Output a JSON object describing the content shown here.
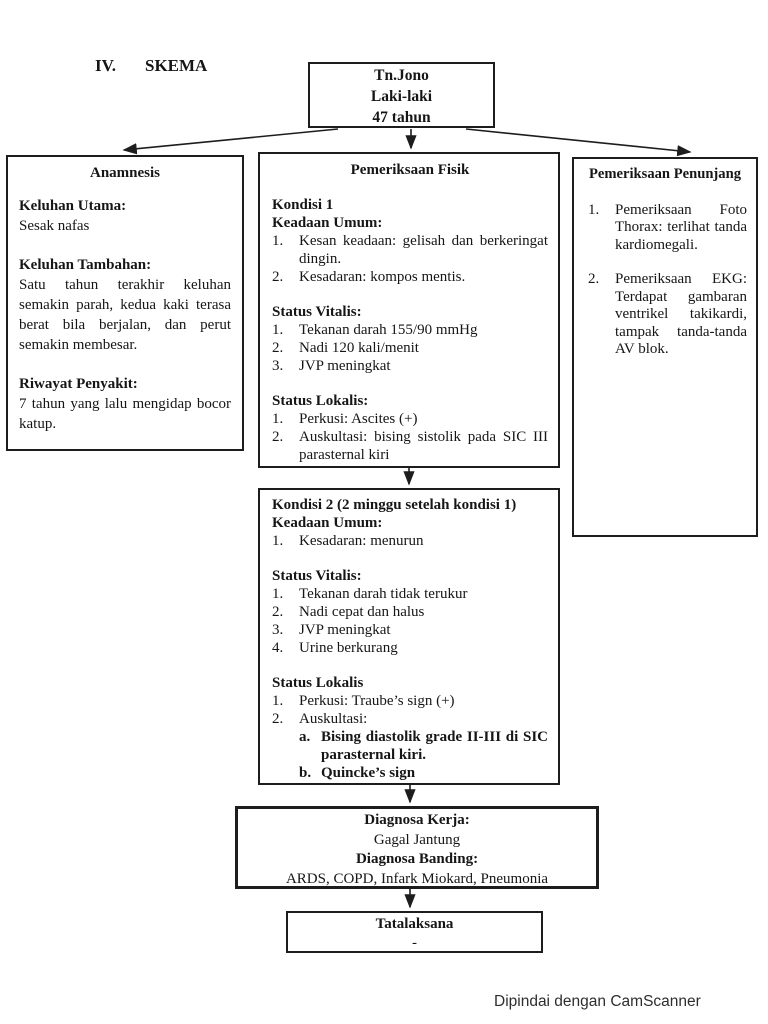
{
  "page": {
    "heading_number": "IV.",
    "heading_title": "SKEMA",
    "footer": "Dipindai dengan CamScanner"
  },
  "patient_box": {
    "lines": [
      "Tn.Jono",
      "Laki-laki",
      "47 tahun"
    ]
  },
  "anamnesis": {
    "title": "Anamnesis",
    "sections": [
      {
        "label": "Keluhan Utama:",
        "text": "Sesak nafas"
      },
      {
        "label": "Keluhan Tambahan:",
        "text": "Satu tahun terakhir keluhan semakin parah, kedua kaki terasa berat bila berjalan, dan perut semakin membesar."
      },
      {
        "label": "Riwayat Penyakit:",
        "text": "7 tahun yang lalu mengidap bocor katup."
      }
    ]
  },
  "pemeriksaan_fisik": {
    "title": "Pemeriksaan Fisik",
    "kondisi_label": "Kondisi 1",
    "keadaan_umum_label": "Keadaan Umum:",
    "keadaan_umum_items": [
      "Kesan keadaan: gelisah dan berkeringat dingin.",
      "Kesadaran: kompos mentis."
    ],
    "status_vitalis_label": "Status Vitalis:",
    "status_vitalis_items": [
      "Tekanan darah 155/90 mmHg",
      "Nadi 120 kali/menit",
      "JVP meningkat"
    ],
    "status_lokalis_label": "Status Lokalis:",
    "status_lokalis_items": [
      "Perkusi: Ascites (+)",
      "Auskultasi: bising sistolik pada SIC III parasternal kiri"
    ]
  },
  "pemeriksaan_penunjang": {
    "title": "Pemeriksaan Penunjang",
    "items": [
      "Pemeriksaan Foto Thorax: terlihat tanda kardiomegali.",
      "Pemeriksaan EKG: Terdapat gambaran ventrikel takikardi, tampak tanda-tanda AV blok."
    ]
  },
  "kondisi2": {
    "title": "Kondisi 2 (2 minggu setelah kondisi 1)",
    "keadaan_umum_label": "Keadaan Umum:",
    "keadaan_umum_items": [
      "Kesadaran: menurun"
    ],
    "status_vitalis_label": "Status Vitalis:",
    "status_vitalis_items": [
      "Tekanan darah tidak terukur",
      "Nadi cepat dan halus",
      "JVP meningkat",
      "Urine berkurang"
    ],
    "status_lokalis_label": "Status Lokalis",
    "status_lokalis_items": [
      "Perkusi: Traube’s sign (+)",
      "Auskultasi:"
    ],
    "auskultasi_subitems": [
      "Bising diastolik grade II-III di SIC parasternal kiri.",
      "Quincke’s sign"
    ]
  },
  "diagnosa": {
    "kerja_label": "Diagnosa Kerja:",
    "kerja_value": "Gagal Jantung",
    "banding_label": "Diagnosa Banding:",
    "banding_value": "ARDS, COPD, Infark Miokard, Pneumonia"
  },
  "tatalaksana": {
    "title": "Tatalaksana",
    "value": "-"
  }
}
